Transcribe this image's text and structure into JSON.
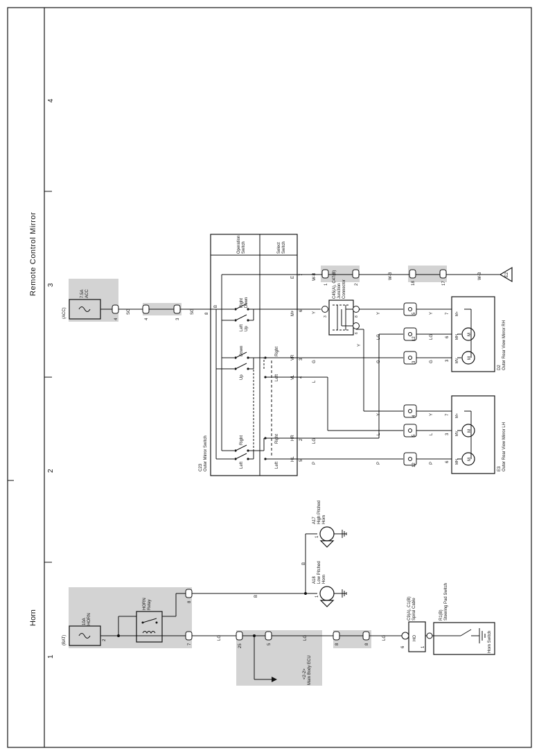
{
  "sheet": {
    "section_numbers": [
      "1",
      "2",
      "3",
      "4"
    ],
    "system_titles": [
      "Horn",
      "Remote Control Mirror"
    ]
  },
  "horn": {
    "fuse_source": "(BAT)",
    "fuse_label": "10A\nHORN",
    "fuse_pin": "2",
    "relay_label": "HORN\nRelay",
    "relay_pins": {
      "out_upper": "8",
      "out_lower": "7"
    },
    "wire_lg": "LG",
    "wire_b": "B",
    "body_ecu": {
      "pins": [
        "25",
        "5"
      ],
      "label": "Main Body ECU",
      "ref": "<2-2>"
    },
    "spiral_conn_pins": [
      "8",
      "8"
    ],
    "spiral_cable": {
      "ref": "C9(A), C1(B)",
      "name": "Spiral Cable",
      "pin_left": "6",
      "pin_right": "1",
      "code": "HO"
    },
    "steering_pad": {
      "ref": "R1(B)",
      "name": "Steering Pad Switch",
      "switch": "Horn Switch"
    },
    "horn_low": {
      "ref": "A18",
      "name": "Low Pitched\nHorn",
      "pin": "1"
    },
    "horn_high": {
      "ref": "A17",
      "name": "High Pitched\nHorn",
      "pin": "1"
    }
  },
  "mirror": {
    "fuse_source": "(ACC)",
    "fuse_label": "7.5A\nACC",
    "fuse_pin": "4",
    "wire_sg": "SG",
    "conn_pins": [
      "4",
      "3"
    ],
    "switch_ref": "C23",
    "switch_name": "Outer Mirror Switch",
    "operation_switch": "Operation\nSwitch",
    "select_switch": "Select\nSwitch",
    "pin_b": "B",
    "pin_8": "8",
    "direction_labels": [
      "Right",
      "Down",
      "Left",
      "Up",
      "Down",
      "Up",
      "Right",
      "Left"
    ],
    "select_labels": [
      "Right",
      "Left",
      "Right",
      "Left"
    ],
    "terminals": [
      {
        "pin": "7",
        "name": "E"
      },
      {
        "pin": "6",
        "name": "M+"
      },
      {
        "pin": "3",
        "name": "VR"
      },
      {
        "pin": "4",
        "name": "VL"
      },
      {
        "pin": "2",
        "name": "HR"
      },
      {
        "pin": "5",
        "name": "HL"
      }
    ],
    "wire_colors": {
      "y": "Y",
      "g": "G",
      "l": "L",
      "lg": "LG",
      "p": "P",
      "wb": "W-B"
    },
    "junction": {
      "ref": "C45(A), C47(B)",
      "name": "Junction\nConnector",
      "pins": [
        "3",
        "8",
        "6"
      ]
    },
    "ground_pins": [
      "1",
      "2",
      "18",
      "17"
    ],
    "ground_label": "E2",
    "rh": {
      "ref": "D2",
      "name": "Outer Rear View Mirror RH",
      "pins": [
        "7",
        "6",
        "3"
      ],
      "conn": [
        "D21",
        "D22",
        "D23"
      ],
      "labels": [
        "M+",
        "MH",
        "MV"
      ],
      "conn_pins": [
        "5",
        "12",
        "3"
      ]
    },
    "lh": {
      "ref": "E3",
      "name": "Outer Rear View Mirror LH",
      "pins": [
        "7",
        "3",
        "6"
      ],
      "conn": [
        "E31",
        "E32",
        "E33"
      ],
      "labels": [
        "M+",
        "MV",
        "MH"
      ],
      "conn_pins": [
        "4",
        "5",
        "12"
      ]
    },
    "motor": "M"
  }
}
